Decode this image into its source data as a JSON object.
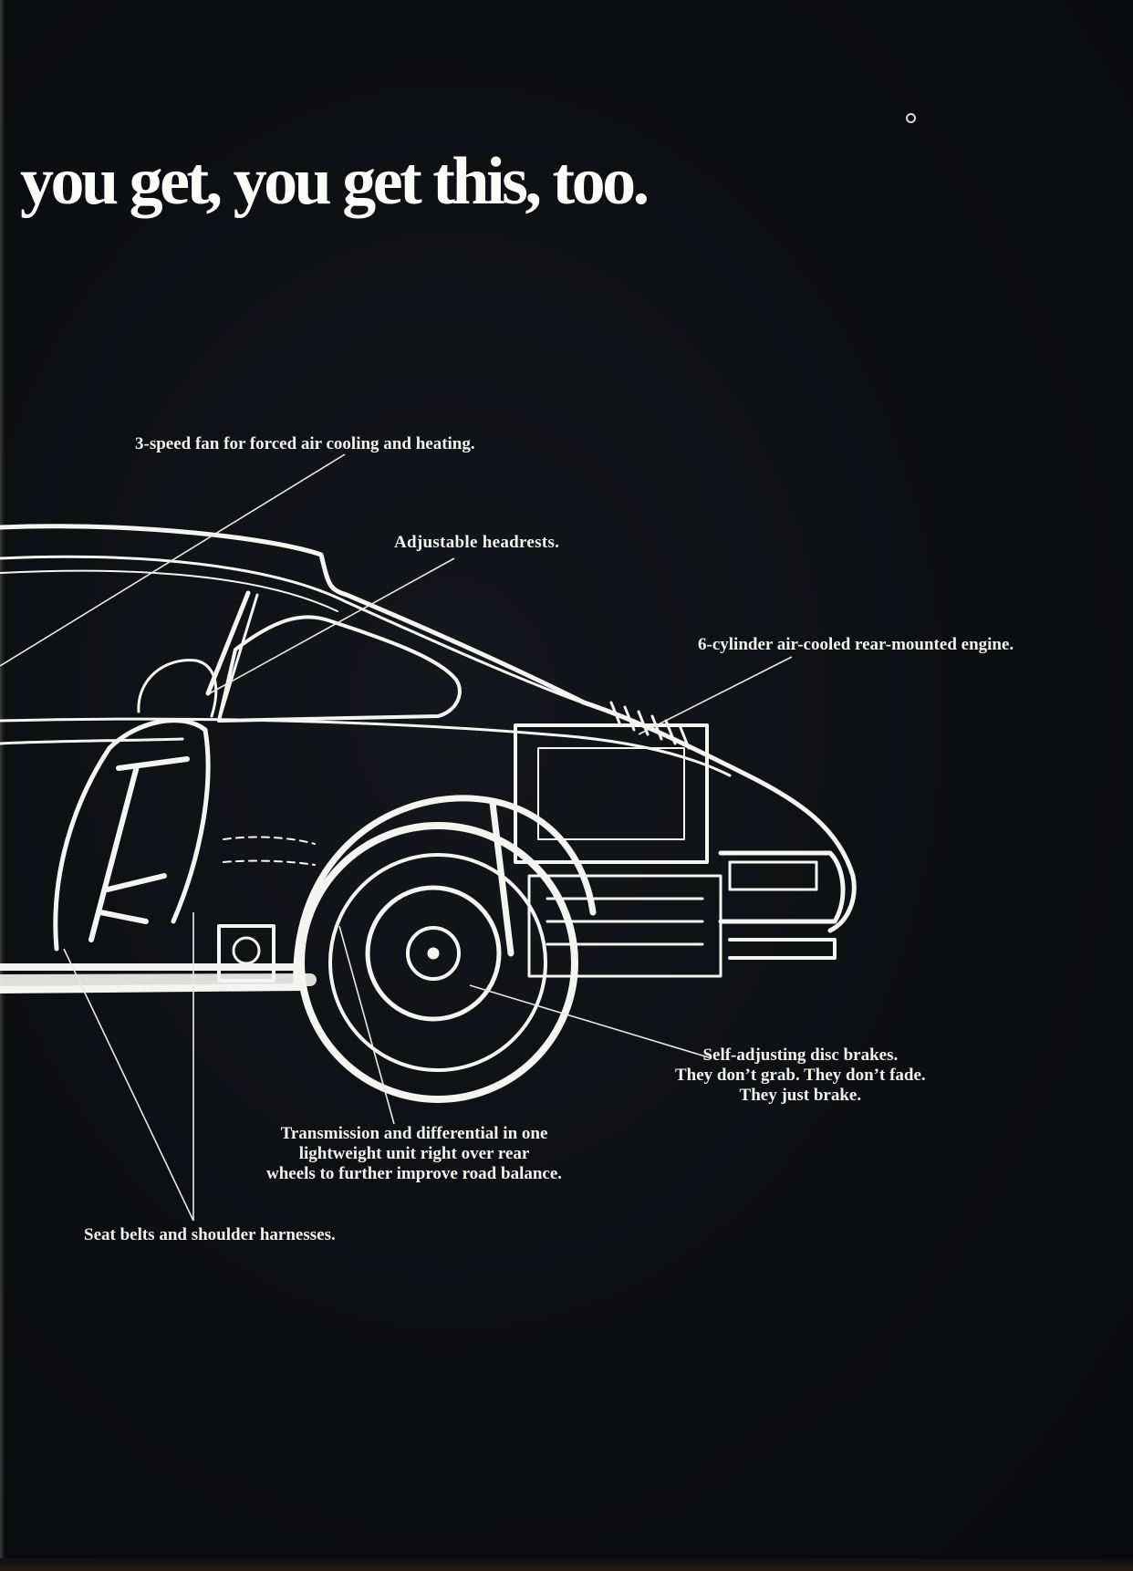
{
  "headline": "you get, you get this, too.",
  "callouts": {
    "fan": "3-speed fan for forced air cooling and heating.",
    "headrests": "Adjustable headrests.",
    "engine": "6-cylinder air-cooled rear-mounted engine.",
    "brakes": [
      "Self-adjusting disc brakes.",
      "They don’t grab. They don’t fade.",
      "They just brake."
    ],
    "transmission": [
      "Transmission and differential in one",
      "lightweight unit right over rear",
      "wheels to further improve road balance."
    ],
    "seatbelts": "Seat belts and shoulder harnesses."
  },
  "colors": {
    "background": "#0d0e12",
    "ink": "#fbfbf8"
  }
}
